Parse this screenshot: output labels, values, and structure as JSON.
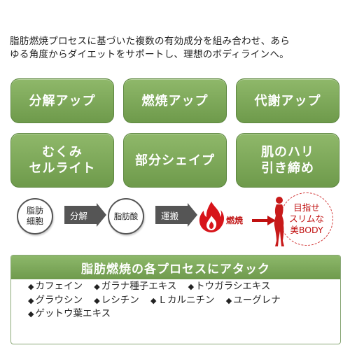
{
  "intro": {
    "line1": "脂肪燃焼プロセスに基づいた複数の有効成分を組み合わせ、あら",
    "line2": "ゆる角度からダイエットをサポートし、理想のボディラインへ。"
  },
  "tiles": [
    {
      "lines": [
        "分解アップ"
      ]
    },
    {
      "lines": [
        "燃焼アップ"
      ]
    },
    {
      "lines": [
        "代謝アップ"
      ]
    },
    {
      "lines": [
        "むくみ",
        "セルライト"
      ]
    },
    {
      "lines": [
        "部分シェイプ"
      ]
    },
    {
      "lines": [
        "肌のハリ",
        "引き締め"
      ]
    }
  ],
  "flow": {
    "start": [
      "脂肪",
      "細胞"
    ],
    "step1": "分解",
    "middle": "脂肪酸",
    "step2": "運搬",
    "burn": "燃焼",
    "goal": [
      "目指せ",
      "スリムな",
      "美BODY"
    ]
  },
  "panel": {
    "title": "脂肪燃焼の各プロセスにアタック",
    "bullet": "◆",
    "rows": [
      [
        "カフェイン",
        "ガラナ種子エキス",
        "トウガラシエキス"
      ],
      [
        "グラウシン",
        "レシチン",
        "Ｌカルニチン",
        "ユーグレナ"
      ],
      [
        "ゲットウ葉エキス"
      ]
    ]
  },
  "colors": {
    "green": "#7aa657",
    "red": "#c01010",
    "dark": "#555555"
  },
  "icons": {
    "fire": "fire-icon",
    "body": "silhouette-icon"
  }
}
